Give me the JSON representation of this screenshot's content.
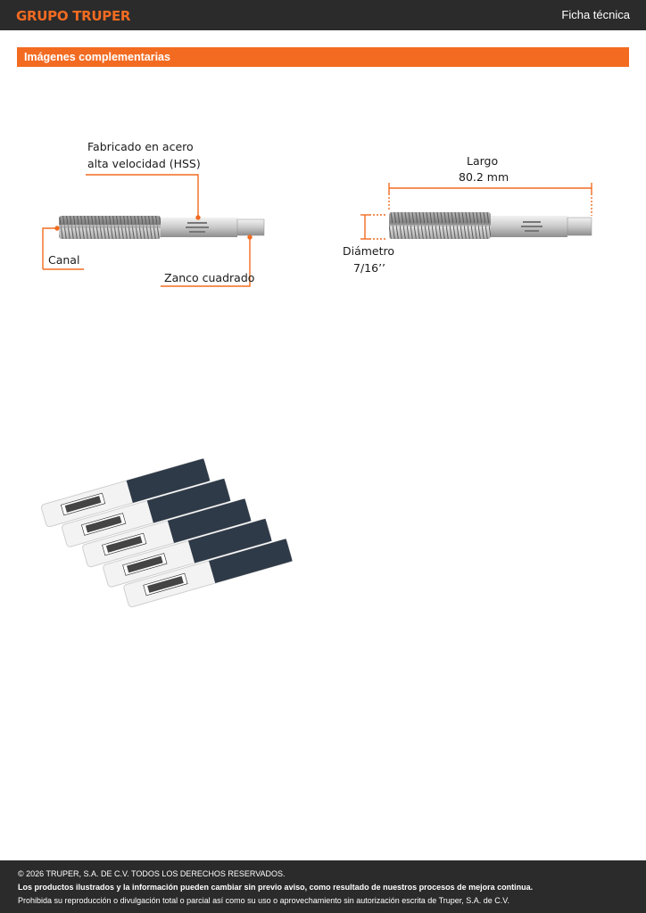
{
  "header": {
    "brand": "GRUPO TRUPER",
    "doc_type": "Ficha técnica"
  },
  "section": {
    "title": "Imágenes complementarias"
  },
  "figure_parts": {
    "material_line1": "Fabricado en acero",
    "material_line2": "alta velocidad (HSS)",
    "canal": "Canal",
    "shank": "Zanco cuadrado"
  },
  "figure_dimensions": {
    "length_label": "Largo",
    "length_value": "80.2 mm",
    "diameter_label": "Diámetro",
    "diameter_value": "7/16’’"
  },
  "accent_color": "#f26b21",
  "footer": {
    "copyright": "© 2026 TRUPER, S.A. DE C.V. TODOS LOS DERECHOS RESERVADOS.",
    "notice": "Los productos ilustrados y la información pueden cambiar sin previo aviso, como resultado de nuestros procesos de mejora continua.",
    "legal": "Prohibida su reproducción o divulgación total o parcial así como su uso o aprovechamiento sin autorización escrita de Truper, S.A. de C.V."
  }
}
